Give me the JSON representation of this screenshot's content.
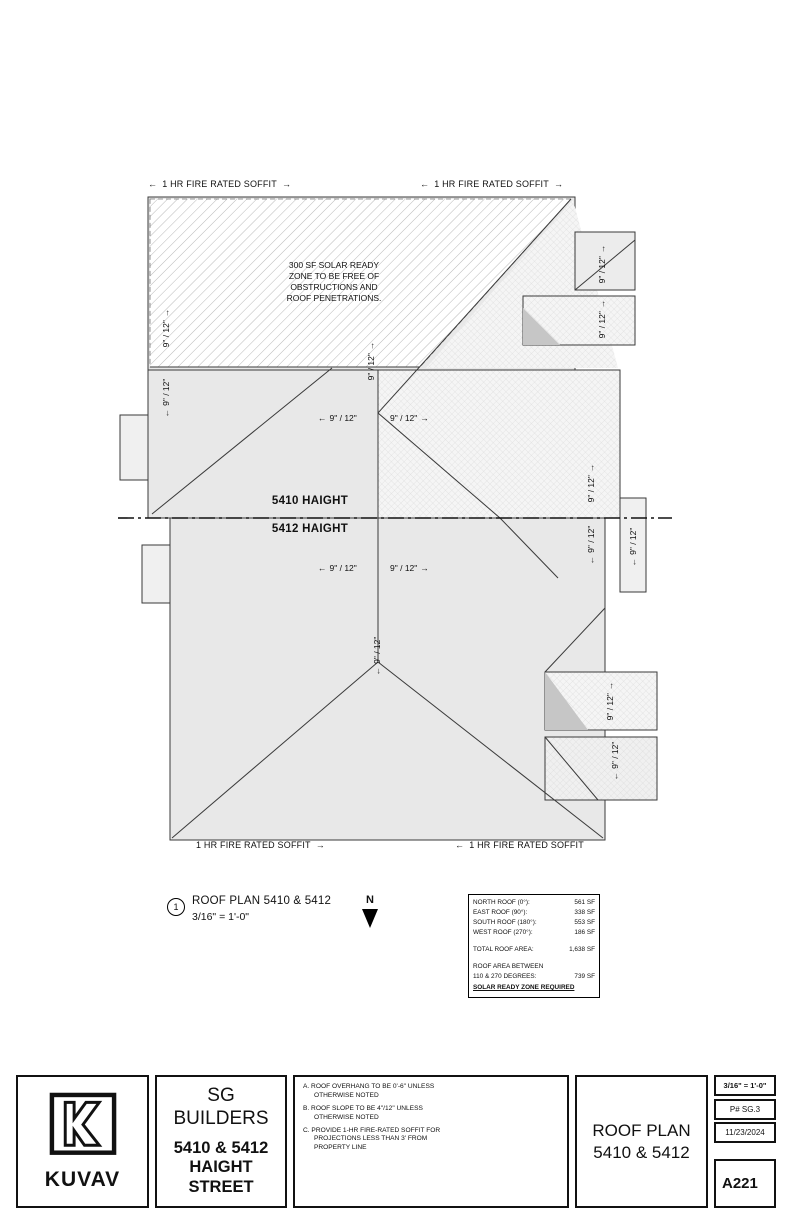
{
  "plan": {
    "fire_soffit_label": "1 HR FIRE RATED SOFFIT",
    "solar_zone_note": "300 SF SOLAR READY\nZONE TO BE FREE OF\nOBSTRUCTIONS AND\nROOF PENETRATIONS.",
    "address_top": "5410 HAIGHT",
    "address_bottom": "5412 HAIGHT",
    "slope_label": "9\" / 12\"",
    "north_label": "N",
    "title_number": "1",
    "title": "ROOF PLAN 5410 & 5412",
    "title_scale": "3/16\" = 1'-0\""
  },
  "icons": {
    "arrow_up": "↑",
    "arrow_down": "↓",
    "arrow_left": "←",
    "arrow_right": "→"
  },
  "roof_table": {
    "rows": [
      {
        "label": "NORTH ROOF (0°):",
        "value": "561 SF"
      },
      {
        "label": "EAST ROOF (90°):",
        "value": "338 SF"
      },
      {
        "label": "SOUTH ROOF (180°):",
        "value": "553 SF"
      },
      {
        "label": "WEST ROOF (270°):",
        "value": "186 SF"
      }
    ],
    "total_label": "TOTAL ROOF AREA:",
    "total_value": "1,638 SF",
    "between_label": "ROOF AREA BETWEEN\n110 & 270 DEGREES:",
    "between_value": "739 SF",
    "solar_required": "SOLAR READY ZONE REQUIRED"
  },
  "title_block": {
    "logo_text": "KUVAV",
    "builder_name": "SG\nBUILDERS",
    "project_address": "5410 & 5412\nHAIGHT\nSTREET",
    "notes": [
      "A.  ROOF OVERHANG TO BE 0'-6\" UNLESS OTHERWISE NOTED",
      "B.  ROOF SLOPE TO BE 4\"/12\" UNLESS OTHERWISE NOTED",
      "C.  PROVIDE 1-HR FIRE-RATED SOFFIT FOR PROJECTIONS LESS THAN 3' FROM PROPERTY LINE"
    ],
    "sheet_title": "ROOF PLAN\n5410 & 5412",
    "scale": "3/16\" = 1'-0\"",
    "project_number": "P# SG.3",
    "date": "11/23/2024",
    "sheet_number": "A221"
  },
  "colors": {
    "roof_fill": "#e8e8e8",
    "texture_fill": "#f5f5f5",
    "line": "#3a3a3a"
  }
}
